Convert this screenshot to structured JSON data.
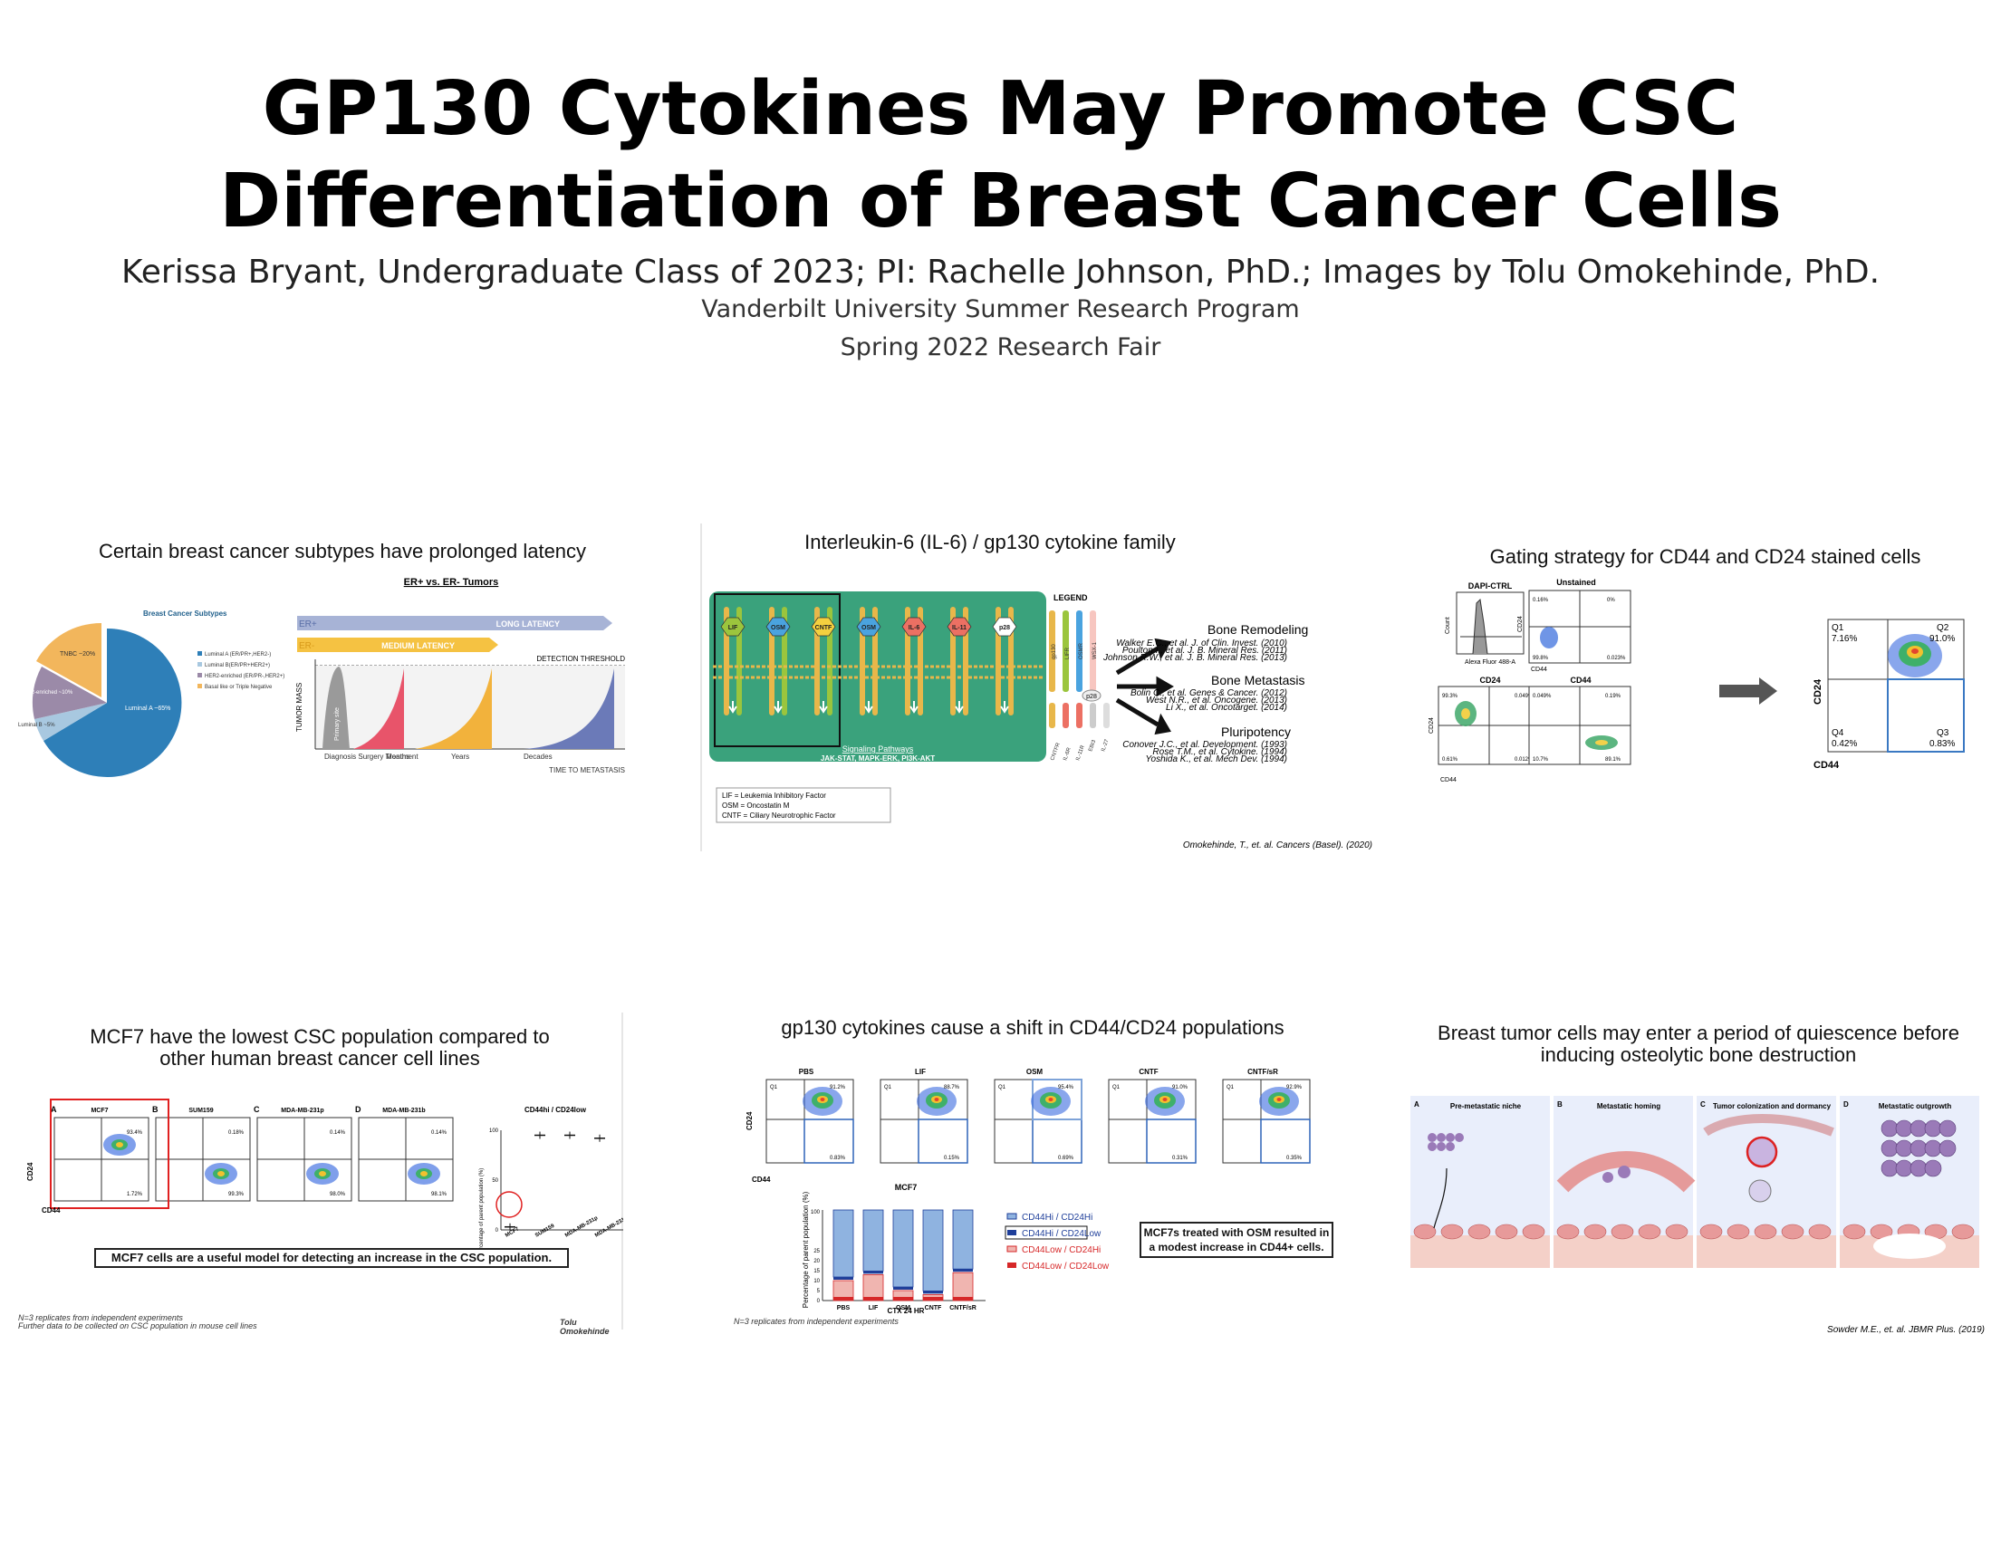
{
  "header": {
    "title_line1": "GP130 Cytokines May Promote CSC",
    "title_line2": "Differentiation of Breast Cancer Cells",
    "authors": "Kerissa Bryant, Undergraduate Class of 2023; PI: Rachelle Johnson, PhD.; Images by Tolu Omokehinde, PhD.",
    "program": "Vanderbilt University Summer Research Program",
    "event": "Spring 2022 Research Fair"
  },
  "panel1": {
    "title": "Certain breast cancer subtypes have prolonged latency",
    "pie_title": "Breast Cancer Subtypes",
    "pie_labels": [
      "TNBC ~20%",
      "HER2-enriched ~10%",
      "Luminal B ~5%",
      "Luminal A ~65%"
    ],
    "legend": [
      "Luminal A (ER/PR+,HER2-)",
      "Luminal B(ER/PR+HER2+)",
      "HER2-enriched (ER/PR-,HER2+)",
      "Basal like or Triple Negative"
    ],
    "colors": [
      "#2e7fb8",
      "#a8c8e0",
      "#9b8aa8",
      "#f2b65c"
    ],
    "tumors_title": "ER+ vs. ER- Tumors",
    "er_pos": "ER+",
    "er_neg": "ER-",
    "long_latency": "LONG LATENCY",
    "medium_latency": "MEDIUM LATENCY",
    "detection": "DETECTION THRESHOLD",
    "y_label": "TUMOR MASS",
    "primary": "Primary site",
    "x_ticks": [
      "Diagnosis Surgery Treatment",
      "Months",
      "Years",
      "Decades"
    ],
    "x_label": "TIME TO METASTASIS"
  },
  "panel2": {
    "title": "Interleukin-6 (IL-6) / gp130 cytokine family",
    "cytokines": [
      "LIF",
      "OSM",
      "CNTF",
      "OSM",
      "IL-6",
      "IL-11",
      "p28"
    ],
    "cytokine_colors": [
      "#9bc53d",
      "#4aa3df",
      "#f4d03f",
      "#4aa3df",
      "#ec7063",
      "#ec7063",
      "#ffffff"
    ],
    "pathways_title": "Signaling Pathways",
    "pathways": "JAK-STAT, MAPK-ERK, PI3K-AKT",
    "legend_title": "LEGEND",
    "receptors_top": [
      "gp130",
      "LIFR",
      "OSMR",
      "WSX-1"
    ],
    "receptors_bottom": [
      "CNTFR",
      "IL-6R",
      "IL-11R",
      "EBI3",
      "IL-27"
    ],
    "p28": "p28",
    "abbr": [
      "LIF = Leukemia Inhibitory Factor",
      "OSM = Oncostatin M",
      "CNTF = Ciliary Neurotrophic Factor"
    ],
    "outcomes": [
      {
        "name": "Bone Remodeling",
        "refs": [
          "Walker E.C., et al. J. of Clin. Invest. (2010)",
          "Poulton I., et al. J. B. Mineral Res. (2011)",
          "Johnson R.W., et al. J. B. Mineral Res. (2013)"
        ]
      },
      {
        "name": "Bone Metastasis",
        "refs": [
          "Bolin C., et al. Genes & Cancer. (2012)",
          "West N.R., et al. Oncogene. (2013)",
          "Li X., et al. Oncotarget. (2014)"
        ]
      },
      {
        "name": "Pluripotency",
        "refs": [
          "Conover J.C., et al. Development. (1993)",
          "Rose T.M., et al. Cytokine. (1994)",
          "Yoshida K., et al. Mech Dev. (1994)"
        ]
      }
    ],
    "citation": "Omokehinde, T., et. al. Cancers (Basel). (2020)"
  },
  "panel3": {
    "title": "Gating strategy for CD44 and CD24 stained cells",
    "dapi": "DAPI-CTRL",
    "unstained": "Unstained",
    "cd24": "CD24",
    "cd44": "CD44",
    "count": "Count",
    "alexa": "Alexa Fluor 488-A",
    "unstained_q": [
      "0.16%",
      "0%",
      "99.8%",
      "0.023%"
    ],
    "cd24_q": [
      "99.3%",
      "0.049%",
      "0.61%",
      "0.012%"
    ],
    "cd44_q": [
      "0.049%",
      "0.19%",
      "10.7%",
      "89.1%"
    ],
    "big_q": {
      "q1": "Q1",
      "q1v": "7.16%",
      "q2": "Q2",
      "q2v": "91.0%",
      "q3": "Q3",
      "q3v": "0.83%",
      "q4": "Q4",
      "q4v": "0.42%"
    }
  },
  "panel4": {
    "title_line1": "MCF7 have the lowest CSC population compared to",
    "title_line2": "other human breast cancer cell lines",
    "cell_lines": [
      "MCF7",
      "SUM159",
      "MDA-MB-231p",
      "MDA-MB-231b"
    ],
    "letters": [
      "A",
      "B",
      "C",
      "D"
    ],
    "q2_values": [
      "93.4%",
      "0.18%",
      "0.14%",
      "0.14%"
    ],
    "q3_values": [
      "1.72%",
      "99.3%",
      "98.0%",
      "98.1%"
    ],
    "bar_title": "CD44hi / CD24low",
    "y_label": "Percentage of parent population (%)",
    "bar_values": [
      3,
      95,
      95,
      92
    ],
    "note": "MCF7 cells are a useful model for detecting an increase in the CSC population.",
    "foot1": "N=3 replicates from independent experiments",
    "foot2": "Further data to be collected on CSC population in mouse cell lines",
    "credit": "Tolu Omokehinde"
  },
  "panel5": {
    "title": "gp130 cytokines cause a shift in CD44/CD24 populations",
    "treatments": [
      "PBS",
      "LIF",
      "OSM",
      "CNTF",
      "CNTF/sR"
    ],
    "q2_values": [
      "91.2%",
      "88.7%",
      "95.4%",
      "91.0%",
      "92.9%"
    ],
    "q3_values": [
      "0.83%",
      "0.15%",
      "0.69%",
      "0.31%",
      "0.35%"
    ],
    "cd24": "CD24",
    "cd44": "CD44",
    "mcf7": "MCF7",
    "x_label": "CTX 24 HR",
    "y_label": "Percentage of parent population (%)",
    "legend": [
      "CD44Hi / CD24Hi",
      "CD44Hi / CD24Low",
      "CD44Low / CD24Hi",
      "CD44Low / CD24Low"
    ],
    "legend_colors": [
      "#8fb3e0",
      "#1f3f9a",
      "#f0b5b0",
      "#d62728"
    ],
    "note": "MCF7s treated with OSM resulted in a modest increase in CD44+ cells.",
    "foot": "N=3 replicates from independent experiments"
  },
  "panel6": {
    "title_line1": "Breast tumor cells may enter a period of quiescence before",
    "title_line2": "inducing osteolytic bone destruction",
    "stages": [
      {
        "letter": "A",
        "name": "Pre-metastatic niche"
      },
      {
        "letter": "B",
        "name": "Metastatic homing"
      },
      {
        "letter": "C",
        "name": "Tumor colonization and dormancy"
      },
      {
        "letter": "D",
        "name": "Metastatic outgrowth"
      }
    ],
    "citation": "Sowder M.E., et. al. JBMR Plus. (2019)"
  }
}
